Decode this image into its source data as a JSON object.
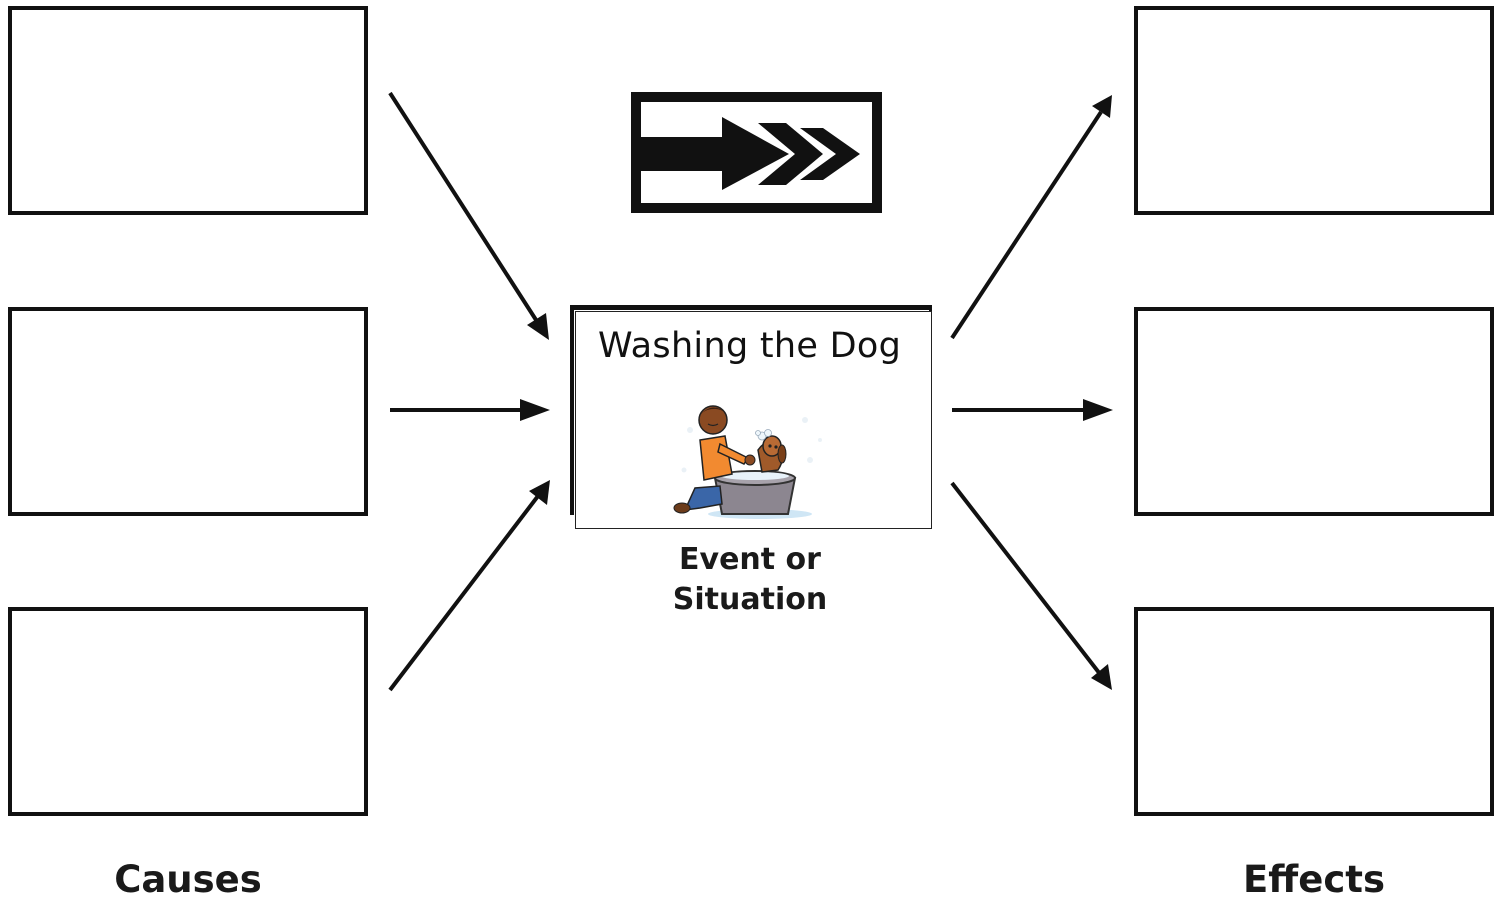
{
  "diagram": {
    "title": "",
    "event": {
      "title": "Washing the Dog",
      "image_alt": "boy washing dog in tub"
    },
    "event_label": [
      "Event or",
      "Situation"
    ],
    "causes_label": "Causes",
    "effects_label": "Effects",
    "cause_boxes": [
      "",
      "",
      ""
    ],
    "effect_boxes": [
      "",
      "",
      ""
    ]
  },
  "colors": {
    "ink": "#111111",
    "shirt": "#f28a30",
    "skin": "#8a4a22",
    "dog": "#a05a2a",
    "tub": "#8c8690",
    "jeans": "#3a66a8"
  },
  "icons": [
    "arrow-right-icon",
    "cause-effect-symbol-icon",
    "boy-washing-dog-illustration"
  ]
}
